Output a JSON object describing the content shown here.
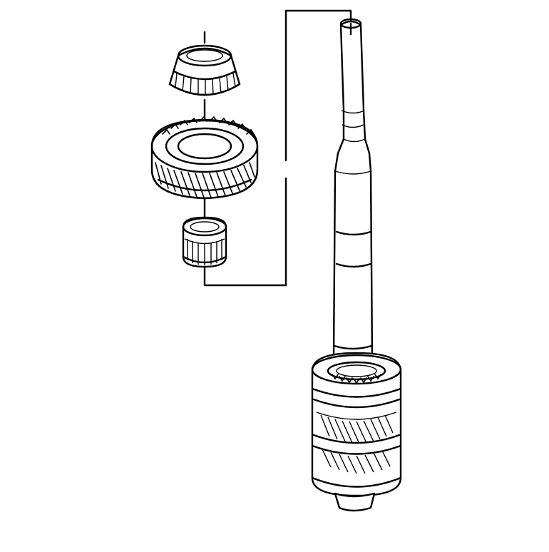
{
  "diagram": {
    "type": "exploded-view line drawing",
    "line_color": "#000000",
    "background": "#ffffff",
    "components": [
      {
        "id": "tapered-roller-bearing"
      },
      {
        "id": "helical-gear"
      },
      {
        "id": "needle-roller-bearing"
      },
      {
        "id": "shaft"
      },
      {
        "id": "gear-cluster"
      }
    ]
  }
}
